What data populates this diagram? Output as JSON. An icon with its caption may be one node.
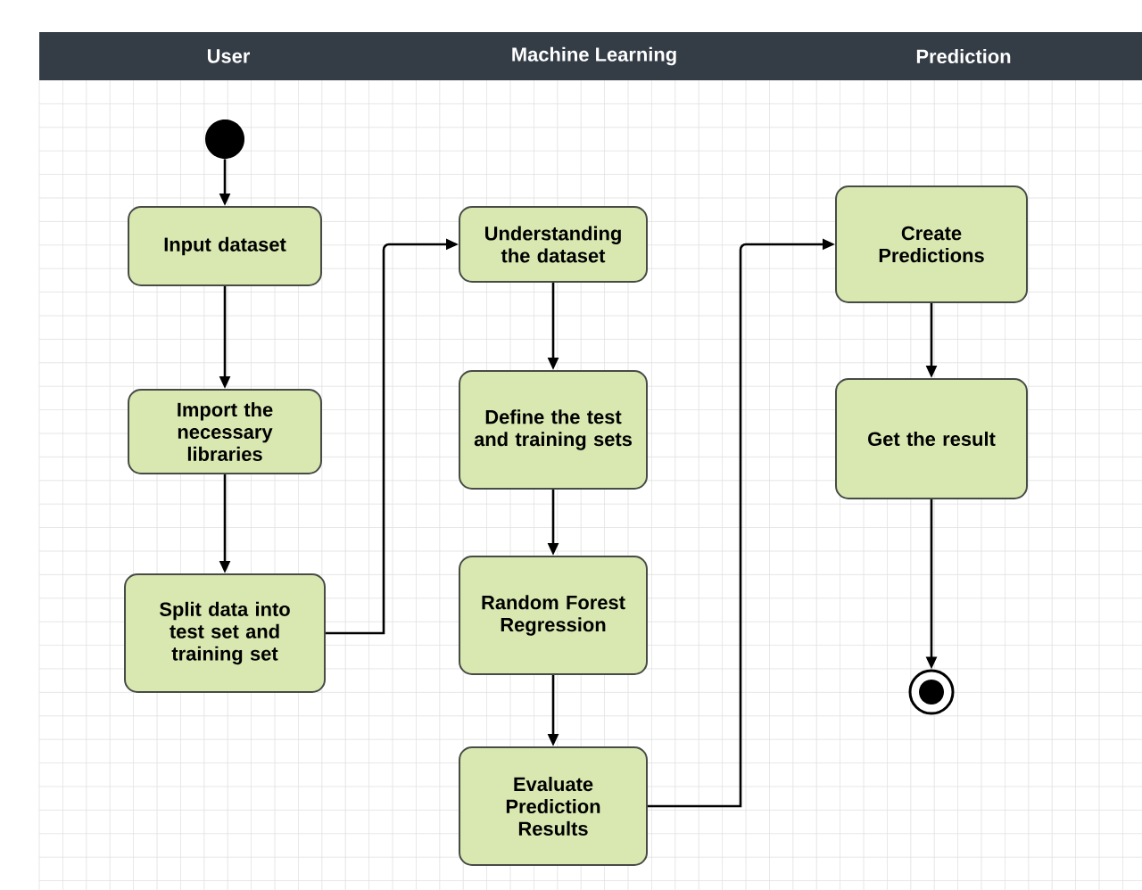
{
  "diagram": {
    "nodes": [
      {
        "text": [
          "User",
          "Machine Learning",
          "Prediction"
        ]
      },
      {
        "text": [],
        "shape": "circle"
      },
      {
        "text": [
          "Input dataset"
        ]
      },
      {
        "text": [
          "Import the necessary libraries"
        ]
      },
      {
        "text": [
          "Split data into test set and training set"
        ]
      },
      {
        "text": [
          "Understanding the dataset"
        ]
      },
      {
        "text": [
          "Define the test and training sets"
        ]
      },
      {
        "text": [
          "Random Forest Regression"
        ]
      },
      {
        "text": [
          "Evaluate Prediction Results"
        ]
      },
      {
        "text": [
          "Create Predictions"
        ]
      },
      {
        "text": [
          "Get the result"
        ]
      },
      {
        "text": [],
        "shape": "circle"
      }
    ],
    "edges": [
      {
        "from": 1,
        "to": 2,
        "arrow": "to"
      },
      {
        "from": 2,
        "to": 3,
        "arrow": "to"
      },
      {
        "from": 3,
        "to": 4,
        "arrow": "to"
      },
      {
        "from": 4,
        "to": 5,
        "arrow": "to"
      },
      {
        "from": 5,
        "to": 6,
        "arrow": "to"
      },
      {
        "from": 6,
        "to": 7,
        "arrow": "to"
      },
      {
        "from": 7,
        "to": 8,
        "arrow": "to"
      },
      {
        "from": 8,
        "to": 9,
        "arrow": "to"
      },
      {
        "from": 9,
        "to": 10,
        "arrow": "to"
      },
      {
        "from": 10,
        "to": 11,
        "arrow": "to"
      }
    ]
  }
}
